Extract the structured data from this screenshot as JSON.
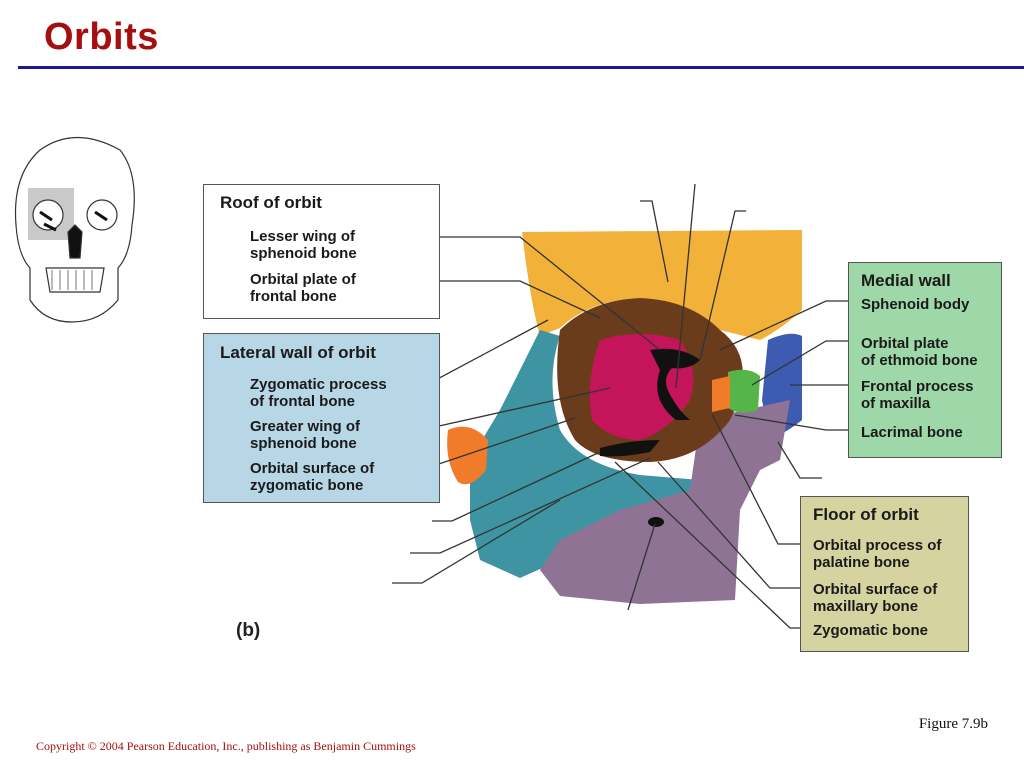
{
  "slide": {
    "title": "Orbits",
    "figure_label": "(b)",
    "figure_ref": "Figure 7.9b",
    "copyright": "Copyright © 2004 Pearson Education, Inc., publishing as Benjamin Cummings"
  },
  "roof": {
    "heading": "Roof of orbit",
    "items": [
      "Lesser wing of\nsphenoid bone",
      "Orbital plate of\nfrontal bone"
    ]
  },
  "lateral": {
    "heading": "Lateral wall of orbit",
    "items": [
      "Zygomatic process\nof frontal bone",
      "Greater wing of\nsphenoid bone",
      "Orbital surface of\nzygomatic bone"
    ]
  },
  "medial": {
    "heading": "Medial wall",
    "items": [
      "Sphenoid body",
      "Orbital plate\nof ethmoid bone",
      "Frontal process\nof maxilla",
      "Lacrimal bone"
    ]
  },
  "floor": {
    "heading": "Floor of orbit",
    "items": [
      "Orbital process of\npalatine bone",
      "Orbital surface of\nmaxillary bone",
      "Zygomatic bone"
    ]
  },
  "colors": {
    "title": "#a50f0f",
    "rule": "#1a1a8c",
    "frontal": "#f2b23a",
    "zygomatic": "#3e94a2",
    "maxilla": "#8e7395",
    "sphenoid": "#c4145a",
    "ethmoid": "#55b548",
    "nasal": "#3d5bb0",
    "lacrimal": "#f07b2a"
  }
}
